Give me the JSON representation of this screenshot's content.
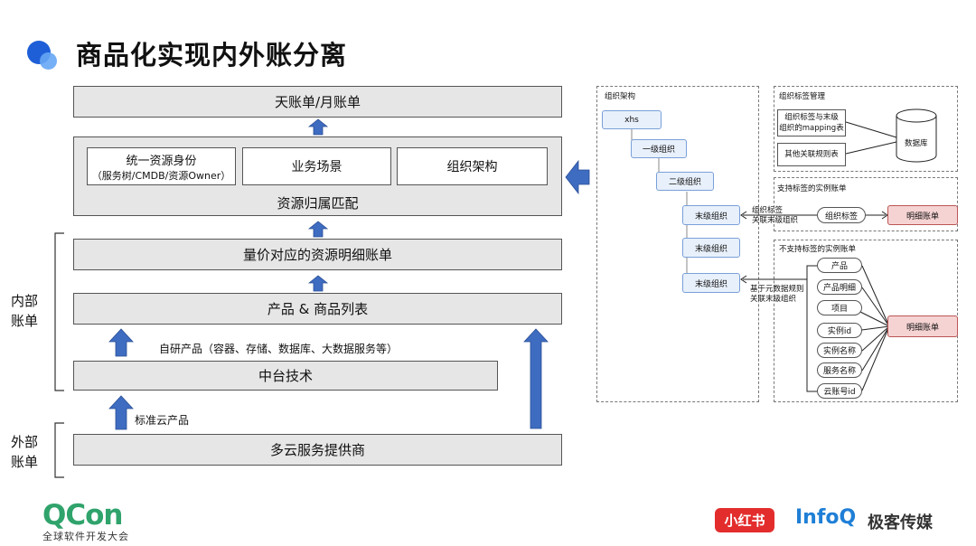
{
  "title": "商品化实现内外账分离",
  "left_stack": {
    "daily_monthly_bill": "天账单/月账单",
    "identity_box": "统一资源身份",
    "identity_sub": "（服务树/CMDB/资源Owner）",
    "business_scene": "业务场景",
    "org_structure": "组织架构",
    "resource_match": "资源归属匹配",
    "detail_bill": "量价对应的资源明细账单",
    "product_list": "产品 & 商品列表",
    "self_products": "自研产品（容器、存储、数据库、大数据服务等）",
    "middle_platform": "中台技术",
    "standard_cloud": "标准云产品",
    "multi_cloud": "多云服务提供商",
    "internal_bill": [
      "内部",
      "账单"
    ],
    "external_bill": [
      "外部",
      "账单"
    ]
  },
  "org_panel": {
    "title": "组织架构",
    "xhs": "xhs",
    "level1": "一级组织",
    "level2": "二级组织",
    "leaf1": "末级组织",
    "leaf2": "末级组织",
    "leaf3": "末级组织"
  },
  "tag_panel": {
    "title": "组织标签管理",
    "mapping": [
      "组织标签与末级",
      "组织的mapping表"
    ],
    "other_rules": "其他关联规则表",
    "database": "数据库"
  },
  "support_panel": {
    "title": "支持标签的实例账单",
    "link_label": [
      "组织标签",
      "关联末级组织"
    ],
    "org_tag": "组织标签",
    "detail_bill": "明细账单"
  },
  "nosupport_panel": {
    "title": "不支持标签的实例账单",
    "link_label": [
      "基于元数据规则",
      "关联末级组织"
    ],
    "fields": [
      "产品",
      "产品明细",
      "项目",
      "实例id",
      "实例名称",
      "服务名称",
      "云账号id"
    ],
    "detail_bill": "明细账单"
  },
  "footer": {
    "qcon": "QCon",
    "qcon_sub": "全球软件开发大会",
    "xiaohongshu": "小红书",
    "infoq": "InfoQ",
    "geek": "极客传媒"
  },
  "colors": {
    "arrow_blue": "#3e6cc1",
    "node_fill": "#e8f0fb",
    "pink": "#f6d3d3",
    "qcon_green": "#2fa36b"
  }
}
